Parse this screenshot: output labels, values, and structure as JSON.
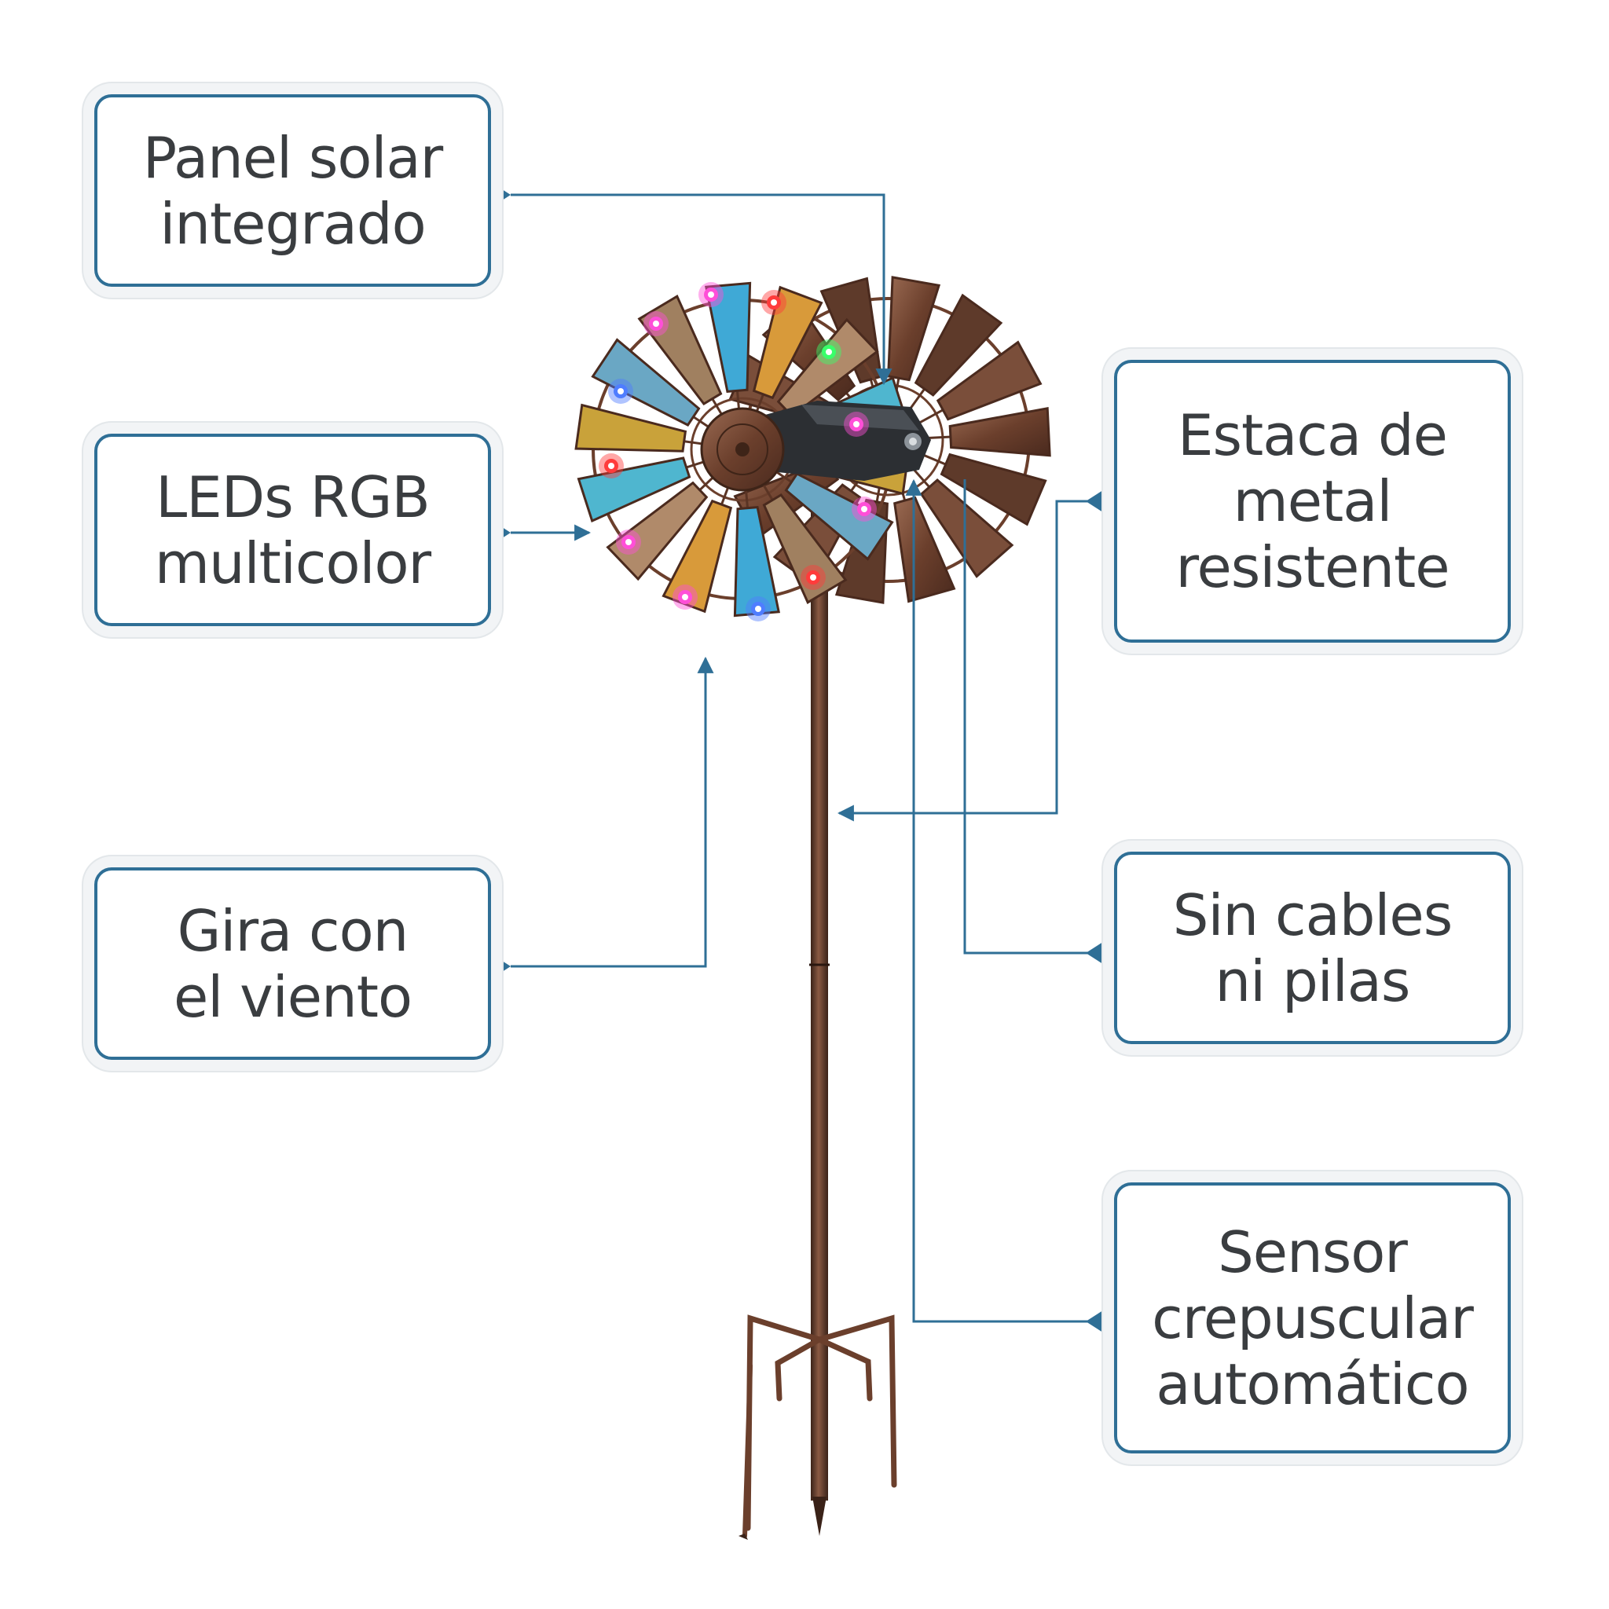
{
  "colors": {
    "accent": "#2f6f96",
    "text": "#3a3d40",
    "bronze": "#6e4330",
    "led_pink": "#ff4fd8",
    "led_blue": "#4f7dff",
    "led_green": "#39ff6a",
    "led_red": "#ff3b3b"
  },
  "callouts": {
    "solar_panel": {
      "line1": "Panel solar",
      "line2": "integrado"
    },
    "leds": {
      "line1": "LEDs RGB",
      "line2": "multicolor"
    },
    "wind": {
      "line1": "Gira con",
      "line2": "el viento"
    },
    "stake": {
      "line1": "Estaca de",
      "line2": "metal",
      "line3": "resistente"
    },
    "wireless": {
      "line1": "Sin cables",
      "line2": "ni pilas"
    },
    "sensor": {
      "line1": "Sensor",
      "line2": "crepuscular",
      "line3": "automático"
    }
  }
}
